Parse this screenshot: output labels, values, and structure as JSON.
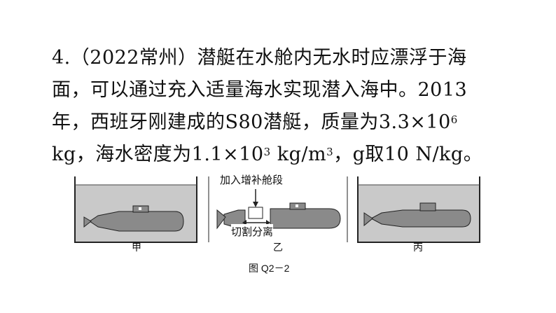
{
  "question": {
    "line1": "4.（2022常州）潜艇在水舱内无水时应漂浮于海",
    "line2": "面，可以通过充入适量海水实现潜入海中。2013",
    "line3_pre": "年，西班牙刚建成的S80潜艇，质量为3.3×10",
    "line3_sup": "6",
    "line4_pre": "kg，海水密度为1.1×10",
    "line4_sup1": "3",
    "line4_mid": " kg/m",
    "line4_sup2": "3",
    "line4_post": "，g取10 N/kg。"
  },
  "figure": {
    "label_jia": "甲",
    "label_yi": "乙",
    "label_bing": "丙",
    "annotation_add": "加入增补舱段",
    "annotation_cut": "切割分离",
    "title": "图 Q2－2",
    "colors": {
      "water": "#c9c9c9",
      "hull": "#8a8a8a",
      "outline": "#222222"
    }
  }
}
